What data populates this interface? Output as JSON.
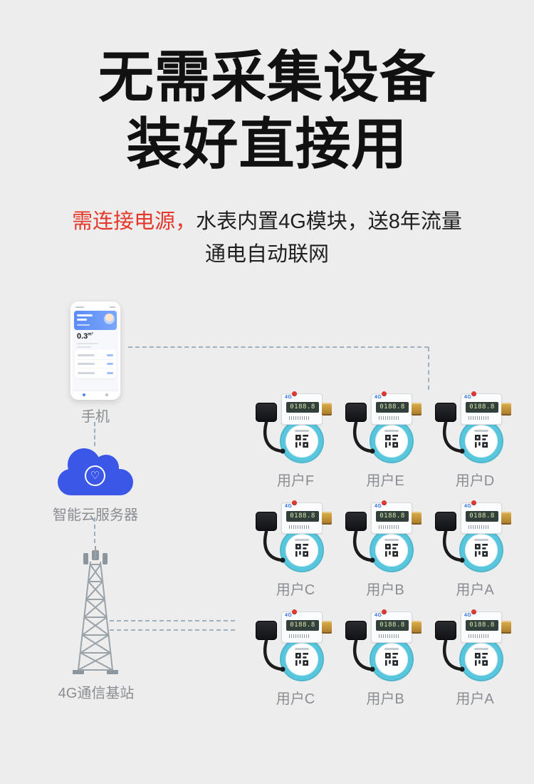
{
  "title": {
    "line1": "无需采集设备",
    "line2": "装好直接用"
  },
  "subtitle": {
    "red": "需连接电源，",
    "black": "水表内置4G模块，送8年流量",
    "line2": "通电自动联网"
  },
  "nodes": {
    "phone": {
      "label": "手机",
      "reading": "0.3",
      "unit": "m³"
    },
    "cloud": {
      "label": "智能云服务器"
    },
    "tower": {
      "label": "4G通信基站"
    }
  },
  "meter": {
    "lcd": "0188.8",
    "brand": "4G"
  },
  "grid": {
    "rows": [
      [
        "用户F",
        "用户E",
        "用户D"
      ],
      [
        "用户C",
        "用户B",
        "用户A"
      ],
      [
        "用户C",
        "用户B",
        "用户A"
      ]
    ]
  },
  "icons": {
    "heart": "♡"
  },
  "colors": {
    "accent_red": "#e6372b",
    "cloud_blue": "#3a57e8",
    "meter_cyan": "#58c6dd",
    "line": "#a0b0bd",
    "title": "#111111",
    "label_gray": "#8a8e92",
    "phone_blue": "#4f86f7"
  }
}
